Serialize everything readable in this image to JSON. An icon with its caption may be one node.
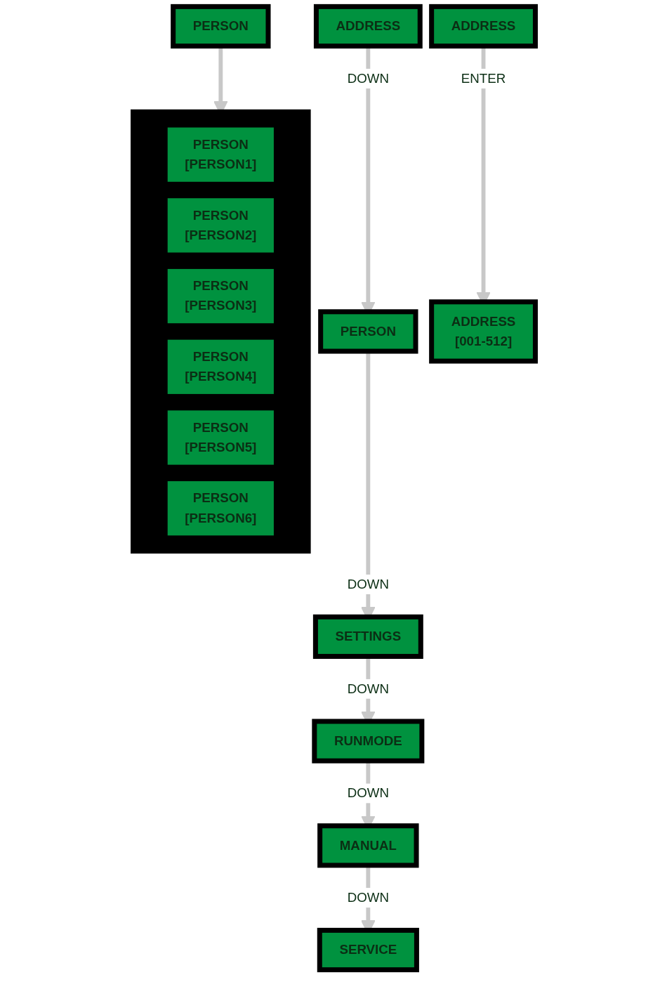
{
  "diagram": {
    "nodes": [
      {
        "text": [
          "ADDRESS"
        ]
      },
      {
        "text": [
          "PERSON"
        ]
      },
      {
        "text": [
          "SETTINGS"
        ]
      },
      {
        "text": [
          "RUNMODE"
        ]
      },
      {
        "text": [
          "MANUAL"
        ]
      },
      {
        "text": [
          "SERVICE"
        ]
      },
      {
        "text": [
          "ADDRESS"
        ]
      },
      {
        "text": [
          "ADDRESS",
          "[001-512]"
        ]
      },
      {
        "text": [
          "PERSON"
        ]
      },
      {
        "text": [],
        "shape": "box"
      },
      {
        "text": [
          "PERSON",
          "[PERSON1]"
        ],
        "in": 9
      },
      {
        "text": [
          "PERSON",
          "[PERSON2]"
        ],
        "in": 9
      },
      {
        "text": [
          "PERSON",
          "[PERSON3]"
        ],
        "in": 9
      },
      {
        "text": [
          "PERSON",
          "[PERSON4]"
        ],
        "in": 9
      },
      {
        "text": [
          "PERSON",
          "[PERSON5]"
        ],
        "in": 9
      },
      {
        "text": [
          "PERSON",
          "[PERSON6]"
        ],
        "in": 9
      }
    ],
    "edges": [
      {
        "from": 0,
        "to": 1,
        "arrow": "to",
        "label": "DOWN"
      },
      {
        "from": 1,
        "to": 2,
        "arrow": "to",
        "label": "DOWN"
      },
      {
        "from": 2,
        "to": 3,
        "arrow": "to",
        "label": "DOWN"
      },
      {
        "from": 3,
        "to": 4,
        "arrow": "to",
        "label": "DOWN"
      },
      {
        "from": 4,
        "to": 5,
        "arrow": "to",
        "label": "DOWN"
      },
      {
        "from": 6,
        "to": 7,
        "arrow": "to",
        "label": "ENTER"
      },
      {
        "from": 8,
        "to": 9,
        "arrow": "to"
      }
    ]
  }
}
